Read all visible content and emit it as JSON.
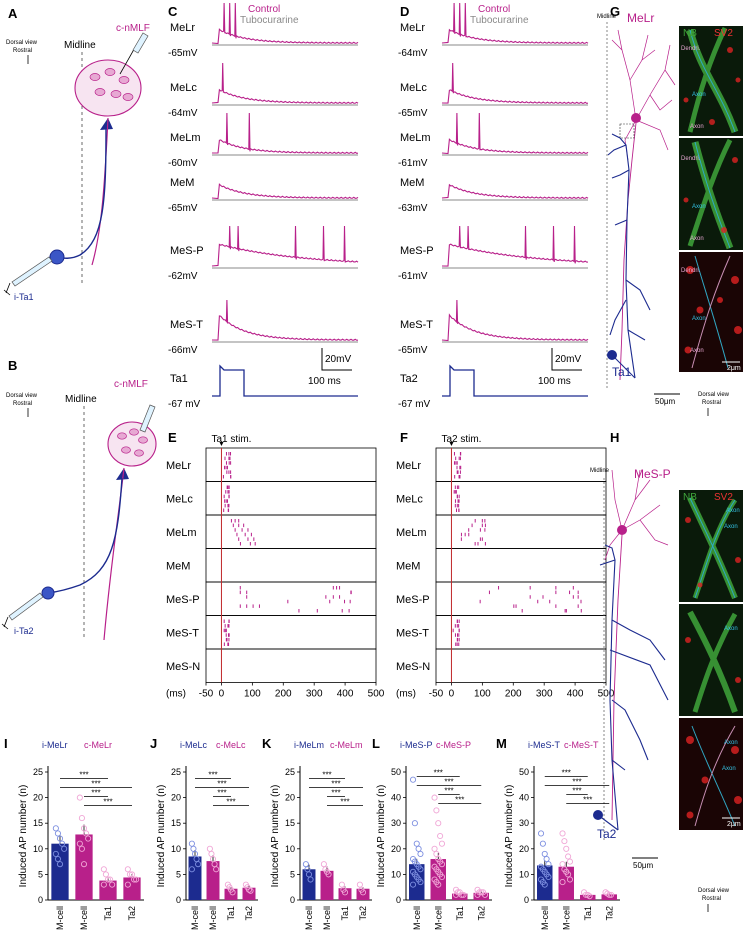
{
  "panels": {
    "A": "A",
    "B": "B",
    "C": "C",
    "D": "D",
    "E": "E",
    "F": "F",
    "G": "G",
    "H": "H",
    "I": "I",
    "J": "J",
    "K": "K",
    "L": "L",
    "M": "M"
  },
  "colors": {
    "magenta": "#b8208a",
    "navy": "#1c2b8f",
    "red": "#c0282a",
    "gray": "#8a8a8a",
    "green": "#3fa53b",
    "cyan": "#34c3e5"
  },
  "schematic": {
    "dorsal_view": "Dorsal view",
    "rostral": "Rostral",
    "midline": "Midline",
    "c_nmlf": "c-nMLF",
    "i_ta1": "i-Ta1",
    "i_ta2": "i-Ta2"
  },
  "traces": {
    "control": "Control",
    "tubocurarine": "Tubocurarine",
    "scalebar_v": "20mV",
    "scalebar_h": "100 ms",
    "C": {
      "cells": [
        "MeLr",
        "MeLc",
        "MeLm",
        "MeM",
        "MeS-P",
        "MeS-T",
        "Ta1"
      ],
      "mv": [
        "-65mV",
        "-64mV",
        "-60mV",
        "-65mV",
        "-62mV",
        "-66mV",
        "-67 mV"
      ]
    },
    "D": {
      "cells": [
        "MeLr",
        "MeLc",
        "MeLm",
        "MeM",
        "MeS-P",
        "MeS-T",
        "Ta2"
      ],
      "mv": [
        "-64mV",
        "-65mV",
        "-61mV",
        "-63mV",
        "-61mV",
        "-65mV",
        "-67 mV"
      ]
    }
  },
  "raster": {
    "E_stim": "Ta1 stim.",
    "F_stim": "Ta2 stim.",
    "rows": [
      "MeLr",
      "MeLc",
      "MeLm",
      "MeM",
      "MeS-P",
      "MeS-T",
      "MeS-N"
    ],
    "xunit": "(ms)",
    "xticks": [
      "-50",
      "0",
      "100",
      "200",
      "300",
      "400",
      "500"
    ]
  },
  "morph": {
    "G_title": "MeLr",
    "H_title": "MeS-P",
    "nb": "NB",
    "sv2": "SV2",
    "dendri": "Dendri.",
    "axon": "Axon",
    "scale_2um": "2μm",
    "scale_50um": "50μm",
    "ta1": "Ta1",
    "ta2": "Ta2",
    "dorsal_view": "Dorsal view",
    "rostral": "Rostral",
    "midline": "Midline"
  },
  "chart_data": [
    {
      "panel": "I",
      "type": "bar",
      "legend": [
        "i-MeLr",
        "c-MeLr"
      ],
      "ylabel": "Induced AP number (n)",
      "categories": [
        "M-cell",
        "M-cell",
        "Ta1",
        "Ta2"
      ],
      "values": [
        11,
        12.8,
        3.8,
        4.4
      ],
      "ylim": [
        0,
        25
      ],
      "yticks": [
        "0",
        "5",
        "10",
        "15",
        "20",
        "25"
      ],
      "sig": [
        "***",
        "***",
        "***",
        "***"
      ],
      "points": [
        [
          14,
          13,
          12,
          11,
          10,
          9,
          8,
          7
        ],
        [
          20,
          16,
          14,
          13,
          12,
          11,
          10,
          7
        ],
        [
          6,
          5,
          4,
          4,
          3,
          3
        ],
        [
          6,
          5,
          5,
          4,
          4,
          3
        ]
      ]
    },
    {
      "panel": "J",
      "type": "bar",
      "legend": [
        "i-MeLc",
        "c-MeLc"
      ],
      "ylabel": "Induced AP number (n)",
      "categories": [
        "M-cell",
        "M-cell",
        "Ta1",
        "Ta2"
      ],
      "values": [
        8.5,
        7.6,
        2.2,
        2.4
      ],
      "ylim": [
        0,
        25
      ],
      "yticks": [
        "0",
        "5",
        "10",
        "15",
        "20",
        "25"
      ],
      "sig": [
        "***",
        "***",
        "***",
        "***"
      ],
      "points": [
        [
          11,
          10,
          9,
          8,
          7,
          6
        ],
        [
          10,
          9,
          8,
          7,
          6
        ],
        [
          3,
          2.5,
          2,
          1.5
        ],
        [
          3,
          2.5,
          2,
          1.8
        ]
      ]
    },
    {
      "panel": "K",
      "type": "bar",
      "legend": [
        "i-MeLm",
        "c-MeLm"
      ],
      "ylabel": "Induced AP number (n)",
      "categories": [
        "M-cell",
        "M-cell",
        "Ta1",
        "Ta2"
      ],
      "values": [
        6,
        5.7,
        2.3,
        2.2
      ],
      "ylim": [
        0,
        25
      ],
      "yticks": [
        "0",
        "5",
        "10",
        "15",
        "20",
        "25"
      ],
      "sig": [
        "***",
        "***",
        "***",
        "***"
      ],
      "points": [
        [
          7,
          6,
          5,
          4
        ],
        [
          7,
          6,
          5.5,
          5
        ],
        [
          3,
          2,
          1.5
        ],
        [
          3,
          2,
          1.5
        ]
      ]
    },
    {
      "panel": "L",
      "type": "bar",
      "legend": [
        "i-MeS-P",
        "c-MeS-P"
      ],
      "ylabel": "Induced AP number (n)",
      "categories": [
        "M-cell",
        "M-cell",
        "Ta1",
        "Ta2"
      ],
      "values": [
        14,
        16,
        2.5,
        2.8
      ],
      "ylim": [
        0,
        50
      ],
      "yticks": [
        "0",
        "10",
        "20",
        "30",
        "40",
        "50"
      ],
      "sig": [
        "***",
        "***",
        "***",
        "***"
      ],
      "points": [
        [
          47,
          30,
          22,
          20,
          18,
          16,
          15,
          14,
          13,
          12,
          11,
          10,
          9,
          8,
          7,
          6
        ],
        [
          40,
          35,
          30,
          25,
          22,
          20,
          18,
          16,
          15,
          14,
          13,
          12,
          11,
          10,
          9,
          8,
          7,
          6
        ],
        [
          4,
          3,
          3,
          2,
          2,
          2
        ],
        [
          4,
          3,
          3,
          3,
          2,
          2
        ]
      ]
    },
    {
      "panel": "M",
      "type": "bar",
      "legend": [
        "i-MeS-T",
        "c-MeS-T"
      ],
      "ylabel": "Induced AP number (n)",
      "categories": [
        "M-cell",
        "M-cell",
        "Ta1",
        "Ta2"
      ],
      "values": [
        13.5,
        13,
        2,
        2.2
      ],
      "ylim": [
        0,
        50
      ],
      "yticks": [
        "0",
        "10",
        "20",
        "30",
        "40",
        "50"
      ],
      "sig": [
        "***",
        "***",
        "***",
        "***"
      ],
      "points": [
        [
          26,
          22,
          18,
          16,
          14,
          13,
          12,
          11,
          10,
          9,
          8,
          7,
          6
        ],
        [
          26,
          23,
          20,
          17,
          15,
          14,
          12,
          11,
          10,
          8,
          7
        ],
        [
          3,
          2,
          2,
          1.5
        ],
        [
          3,
          2.5,
          2,
          2
        ]
      ]
    }
  ]
}
